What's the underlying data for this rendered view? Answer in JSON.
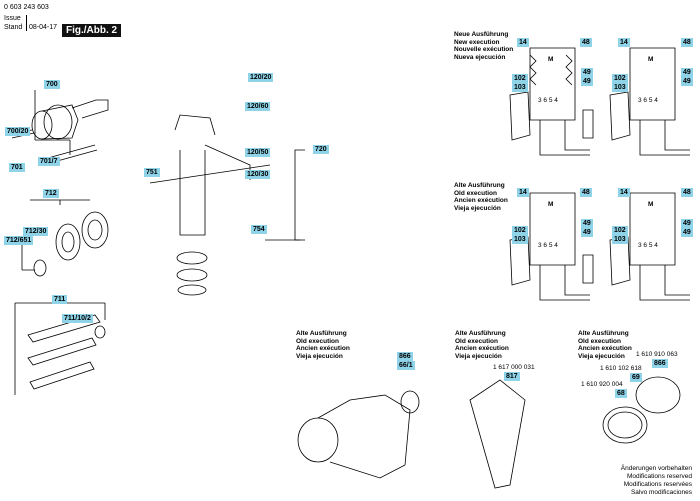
{
  "header": {
    "doc_number": "0 603 243 603",
    "issue_label": "Issue",
    "stand_label": "Stand",
    "date": "08-04-17",
    "figure": "Fig./Abb. 2"
  },
  "parts": {
    "p700": "700",
    "p700_20": "700/20",
    "p701": "701",
    "p701_7": "701/7",
    "p712": "712",
    "p712_30": "712/30",
    "p712_651": "712/651",
    "p711": "711",
    "p711_10_2": "711/10/2",
    "p120_20": "120/20",
    "p120_60": "120/60",
    "p120_50": "120/50",
    "p120_30": "120/30",
    "p720": "720",
    "p751": "751",
    "p754": "754",
    "p866": "866",
    "p66_1": "66/1",
    "p817": "817",
    "p69": "69",
    "p68": "68"
  },
  "schematics": {
    "new_title": [
      "Neue Ausführung",
      "New execution",
      "Nouvelle exécution",
      "Nueva ejecución"
    ],
    "old_title": [
      "Alte Ausführung",
      "Old execution",
      "Ancien exécution",
      "Vieja ejecución"
    ],
    "n14": "14",
    "n48": "48",
    "n49": "49",
    "n102": "102",
    "n103": "103",
    "motor": "M",
    "terminals": "3 6 5 4"
  },
  "bottom": {
    "left_title": [
      "Alte Ausführung",
      "Old execution",
      "Ancien exécution",
      "Vieja ejecución"
    ],
    "mid_title": [
      "Alte Ausführung",
      "Old execution",
      "Ancien exécution",
      "Vieja ejecución"
    ],
    "right_title": [
      "Alte Ausführung",
      "Old execution",
      "Ancien exécution",
      "Vieja ejecución"
    ],
    "pn_817": "1 617 000 031",
    "pn_866": "1 610 910 063",
    "pn_69": "1 610 102 618",
    "pn_68": "1 610 920 004"
  },
  "footer_note": [
    "Änderungen vorbehalten",
    "Modifications reserved",
    "Modifications reservées",
    "Salvo modificaciones"
  ]
}
